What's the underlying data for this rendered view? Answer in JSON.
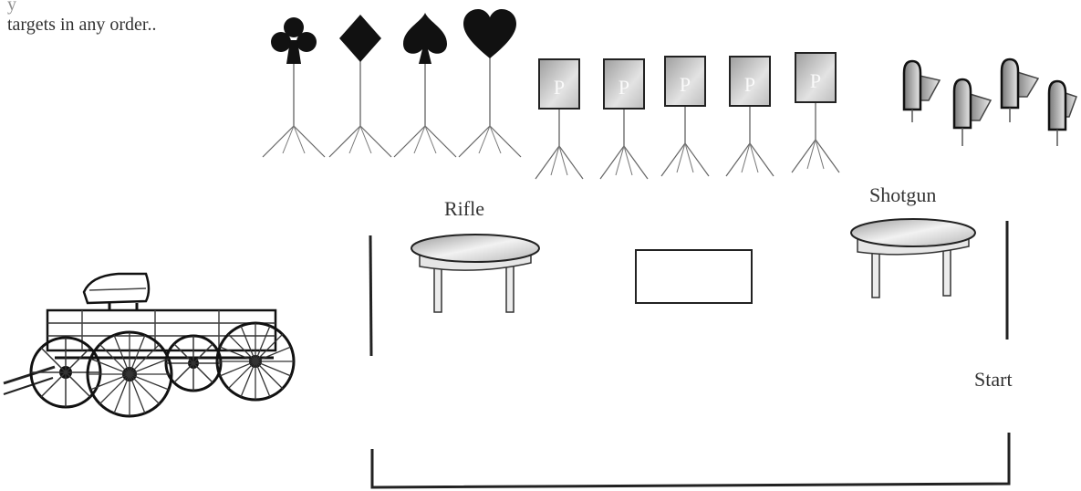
{
  "intro_text": [
    "y",
    "targets in any order.."
  ],
  "labels": {
    "rifle": "Rifle",
    "shotgun": "Shotgun",
    "start": "Start"
  },
  "paper_target_letter": "P",
  "colors": {
    "ink": "#111111",
    "line": "#333333",
    "table_top": "#d4d4d4",
    "paper_fill": "#c8c8c8"
  }
}
